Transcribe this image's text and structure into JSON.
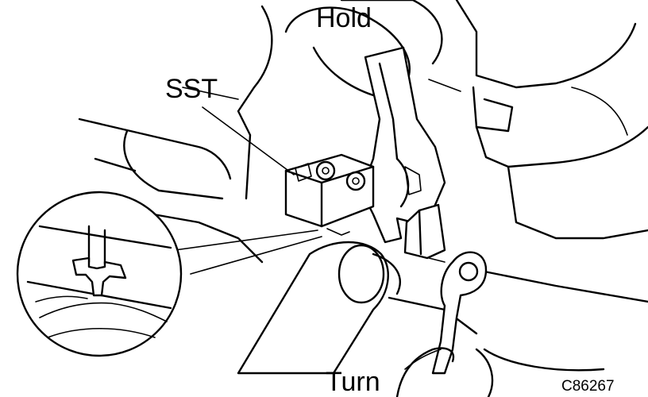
{
  "labels": {
    "hold": "Hold",
    "sst": "SST",
    "turn": "Turn",
    "figure_code": "C86267"
  }
}
